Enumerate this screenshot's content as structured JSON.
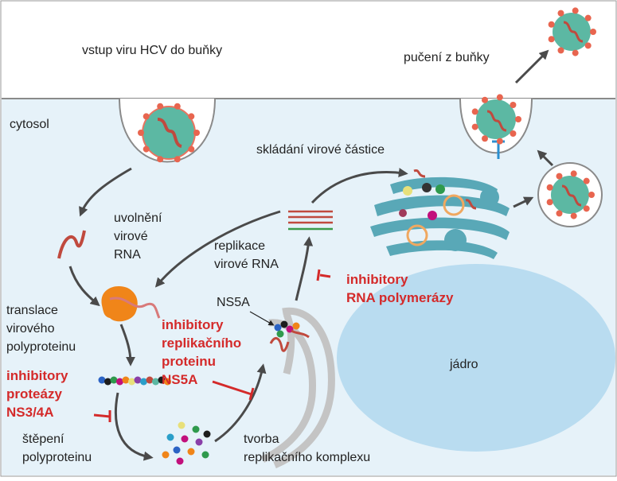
{
  "labels": {
    "entry": "vstup viru HCV do buňky",
    "budding": "pučení z buňky",
    "cytosol": "cytosol",
    "assembly": "skládání virové částice",
    "release_rna": [
      "uvolnění",
      "virové",
      "RNA"
    ],
    "replication": [
      "replikace",
      "virové RNA"
    ],
    "ns5a": "NS5A",
    "translation": [
      "translace",
      "virového",
      "polyproteinu"
    ],
    "cleavage": [
      "štěpení",
      "polyproteinu"
    ],
    "complex": [
      "tvorba",
      "replikačního komplexu"
    ],
    "nucleus": "jádro"
  },
  "inhibitors": {
    "polymerase": [
      "inhibitory",
      "RNA polymerázy"
    ],
    "ns5a": [
      "inhibitory",
      "replikačního",
      "proteinu",
      "NS5A"
    ],
    "protease": [
      "inhibitory",
      "proteázy",
      "NS3/4A"
    ]
  },
  "colors": {
    "cytosol": "#e6f2f9",
    "nucleus": "#b9dcf0",
    "virus_core": "#5cb8a3",
    "virus_spike": "#e8654f",
    "rna": "#c04a3e",
    "er_membrane": "#c7c7c7",
    "golgi": "#4aa0b0",
    "inhibitor": "#d42a2a",
    "ribosome": "#f08519"
  }
}
